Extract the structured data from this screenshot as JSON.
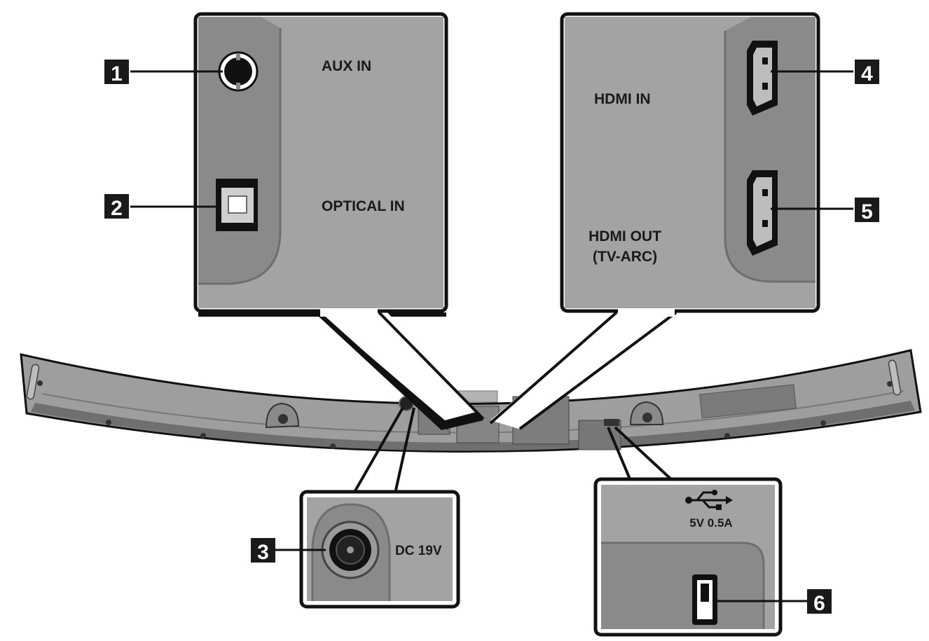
{
  "callouts": [
    {
      "number": "1",
      "label": "AUX IN"
    },
    {
      "number": "2",
      "label": "OPTICAL IN"
    },
    {
      "number": "3",
      "label": "DC 19V"
    },
    {
      "number": "4",
      "label": "HDMI IN"
    },
    {
      "number": "5",
      "label": "HDMI OUT",
      "label2": "(TV-ARC)"
    },
    {
      "number": "6",
      "label": "5V 0.5A"
    }
  ],
  "icons": [
    "aux-jack-icon",
    "optical-port-icon",
    "dc-jack-icon",
    "hdmi-port-icon",
    "usb-symbol-icon",
    "usb-port-icon"
  ],
  "colors": {
    "panel": "#a1a1a1",
    "panel_dark": "#8a8a8a",
    "frame": "#111111",
    "badge": "#1a1a1a"
  }
}
